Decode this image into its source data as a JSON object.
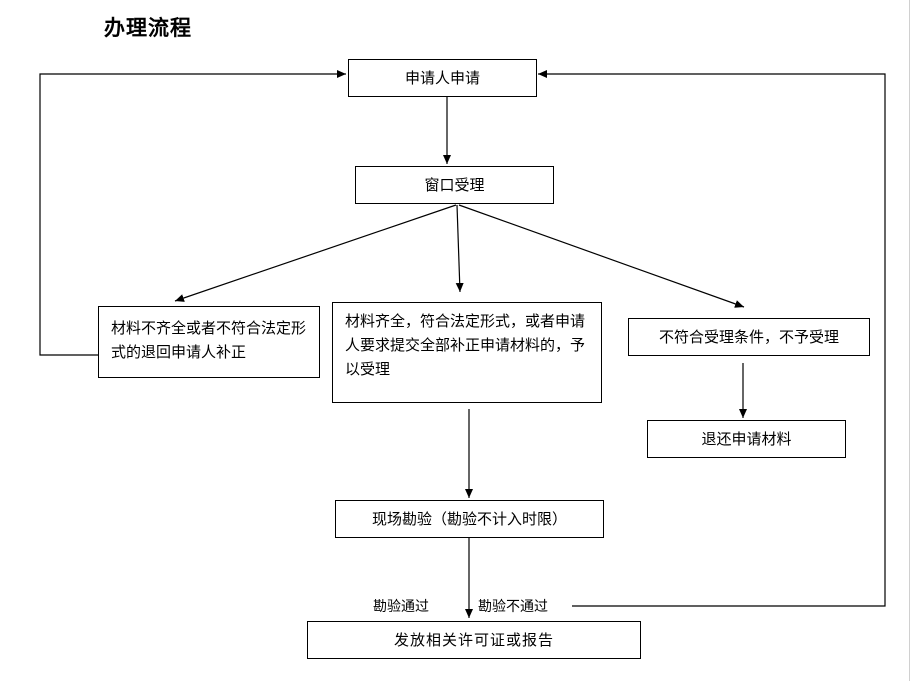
{
  "title": "办理流程",
  "nodes": {
    "apply": "申请人申请",
    "window": "窗口受理",
    "incomplete": "材料不齐全或者不符合法定形式的退回申请人补正",
    "accept": "材料齐全，符合法定形式，或者申请人要求提交全部补正申请材料的，予以受理",
    "reject": "不符合受理条件，不予受理",
    "return_materials": "退还申请材料",
    "inspection": "现场勘验（勘验不计入时限）",
    "issue": "发放相关许可证或报告"
  },
  "edge_labels": {
    "pass": "勘验通过",
    "fail": "勘验不通过"
  }
}
